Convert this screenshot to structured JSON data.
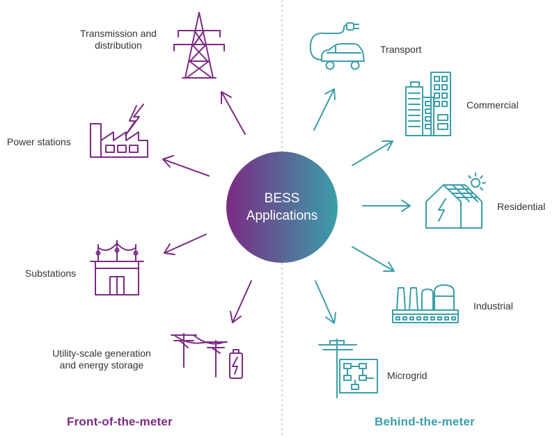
{
  "center": {
    "line1": "BESS",
    "line2": "Applications"
  },
  "colors": {
    "purple": "#7b2a83",
    "teal": "#3a9ea8",
    "divider": "#bbbbbb",
    "text": "#333333"
  },
  "front_of_the_meter": {
    "heading": "Front-of-the-meter",
    "items": [
      {
        "line1": "Transmission and",
        "line2": "distribution",
        "icon": "transmission-tower-icon"
      },
      {
        "line1": "Power stations",
        "icon": "factory-icon"
      },
      {
        "line1": "Substations",
        "icon": "substation-icon"
      },
      {
        "line1": "Utility-scale generation",
        "line2": "and energy storage",
        "icon": "utility-storage-icon"
      }
    ]
  },
  "behind_the_meter": {
    "heading": "Behind-the-meter",
    "items": [
      {
        "line1": "Transport",
        "icon": "electric-car-icon"
      },
      {
        "line1": "Commercial",
        "icon": "buildings-icon"
      },
      {
        "line1": "Residential",
        "icon": "solar-house-icon"
      },
      {
        "line1": "Industrial",
        "icon": "industrial-plant-icon"
      },
      {
        "line1": "Microgrid",
        "icon": "microgrid-icon"
      }
    ]
  }
}
